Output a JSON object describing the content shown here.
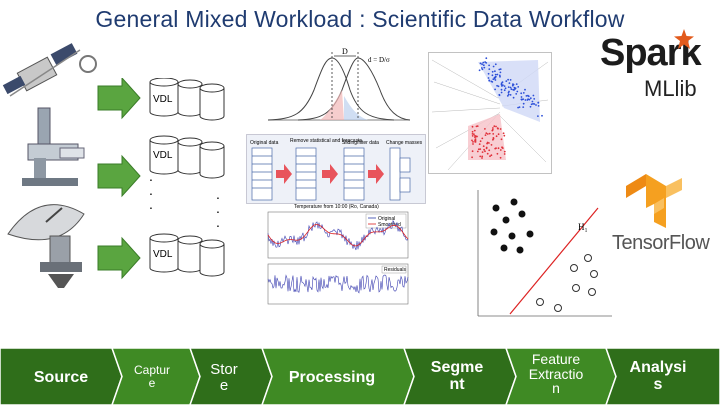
{
  "title": "General Mixed Workload : Scientific Data Workflow",
  "vdl_label": "VDL",
  "dots": "·",
  "logos": {
    "spark": "Spark",
    "mllib": "MLlib",
    "tensorflow": "TensorFlow"
  },
  "gaussian": {
    "d_label": "D",
    "formula": "d = D/σ"
  },
  "flow_labels": {
    "original": "Original data",
    "remove": "Remove statistical and forecasts",
    "sliding": "Sliding/filter data",
    "change": "Change masses"
  },
  "timeseries": {
    "title": "Temperature from 10:00 (Ro, Canada)",
    "legend_a": "Original",
    "legend_b": "Smoothed",
    "legend_c": "Residuals"
  },
  "svm": {
    "h1": "H₁"
  },
  "pipeline": {
    "stages": [
      {
        "label": "Source"
      },
      {
        "label": "Captur\ne"
      },
      {
        "label": "Stor\ne"
      },
      {
        "label": "Processing"
      },
      {
        "label": "Segme\nnt"
      },
      {
        "label": "Feature\nExtractio\nn"
      },
      {
        "label": "Analysi\ns"
      }
    ]
  },
  "colors": {
    "title": "#1f3b70",
    "arrow_green": "#5aa540",
    "pipeline_dark": "#2f6e1a",
    "pipeline_light": "#7dc142",
    "cluster_red": "#e0303a",
    "cluster_blue": "#2c4fd8",
    "tf_orange": "#f5a020"
  }
}
